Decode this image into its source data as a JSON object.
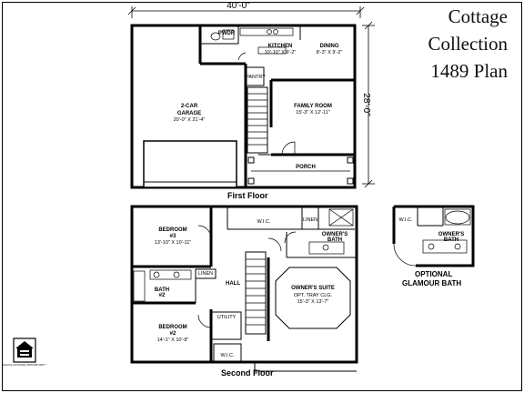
{
  "title": {
    "line1": "Cottage",
    "line2": "Collection",
    "line3": "1489 Plan"
  },
  "dimensions": {
    "width": "40'-0\"",
    "depth": "28'-0\""
  },
  "first_floor": {
    "label": "First Floor",
    "rooms": {
      "pwdr": "PWDR",
      "kitchen_name": "KITCHEN",
      "kitchen_size": "10'-10\" X 9'-2\"",
      "dining_name": "DINING",
      "dining_size": "8'-3\" X 9'-2\"",
      "pantry": "PANTRY",
      "garage_line1": "2-CAR",
      "garage_line2": "GARAGE",
      "garage_size": "20'-0\" X 21'-4\"",
      "family_name": "FAMILY ROOM",
      "family_size": "15'-3\" X 12'-11\"",
      "porch": "PORCH"
    }
  },
  "second_floor": {
    "label": "Second Floor",
    "rooms": {
      "bedroom3_name": "BEDROOM",
      "bedroom3_num": "#3",
      "bedroom3_size": "13'-10\" X 10'-11\"",
      "wic_top": "W.I.C.",
      "linen_top": "LINEN",
      "owners_bath_line1": "OWNER'S",
      "owners_bath_line2": "BATH",
      "linen_mid": "LINEN",
      "bath2_line1": "BATH",
      "bath2_line2": "#2",
      "hall": "HALL",
      "owners_suite_name": "OWNER'S SUITE",
      "owners_suite_note": "OPT. TRAY CLG.",
      "owners_suite_size": "15'-3\" X 13'-7\"",
      "utility": "UTILITY",
      "bedroom2_name": "BEDROOM",
      "bedroom2_num": "#2",
      "bedroom2_size": "14'-1\" X 10'-8\"",
      "wic_bottom": "W.I.C."
    }
  },
  "optional": {
    "wic": "W.I.C.",
    "owners_bath_line1": "OWNER'S",
    "owners_bath_line2": "BATH",
    "label_line1": "OPTIONAL",
    "label_line2": "GLAMOUR BATH"
  },
  "logo_text": "EQUAL HOUSING OPPORTUNITY"
}
